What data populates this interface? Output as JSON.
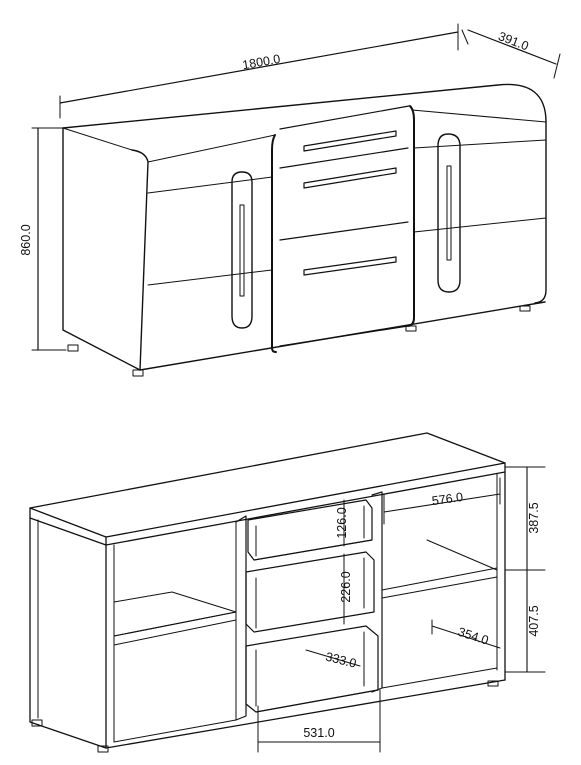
{
  "top_view": {
    "width_label": "1800.0",
    "depth_label": "391.0",
    "height_label": "860.0"
  },
  "bottom_view": {
    "drawer_height_top": "126.0",
    "drawer_height_mid": "226.0",
    "drawer_depth": "333.0",
    "drawer_width": "531.0",
    "compartment_width": "576.0",
    "compartment_depth": "354.0",
    "upper_height": "387.5",
    "lower_height": "407.5"
  }
}
